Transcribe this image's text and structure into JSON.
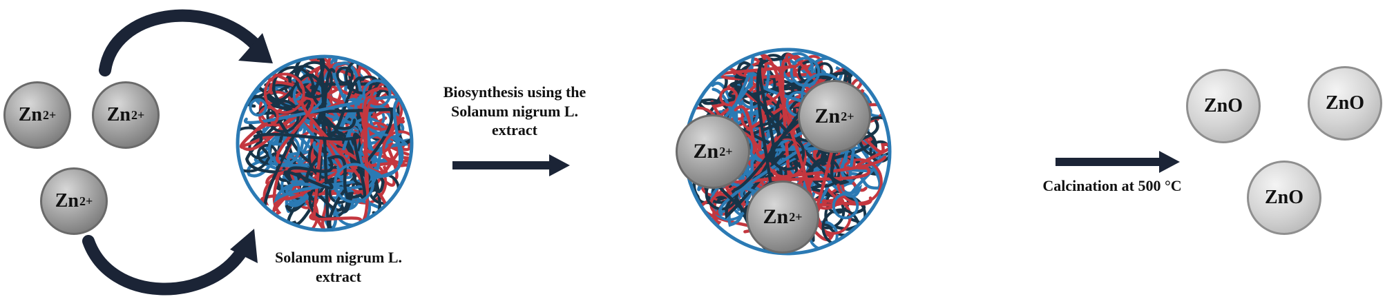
{
  "ions": {
    "symbol": "Zn",
    "charge": "2+"
  },
  "product": {
    "symbol": "ZnO"
  },
  "labels": {
    "extract": [
      "Solanum nigrum L.",
      "extract"
    ],
    "biosynthesis": [
      "Biosynthesis using  the",
      "Solanum nigrum L.",
      "extract"
    ],
    "calcination": "Calcination at 500 °C"
  },
  "colors": {
    "arrow": "#1b2436",
    "strand_blue": "#2b7ab4",
    "strand_red": "#c4373f",
    "strand_navy": "#173448",
    "ion_fill": "#9a9a9a",
    "product_fill": "#d0d0d0"
  }
}
